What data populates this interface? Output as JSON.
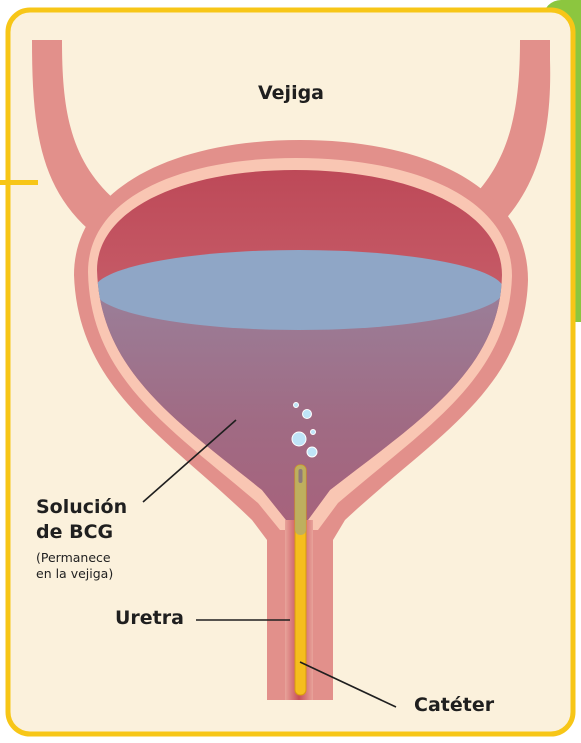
{
  "diagram": {
    "labels": {
      "bladder": "Vejiga",
      "solution_line1": "Solución",
      "solution_line2": "de BCG",
      "solution_note_line1": "(Permanece",
      "solution_note_line2": "en la vejiga)",
      "urethra": "Uretra",
      "catheter": "Catéter"
    },
    "colors": {
      "frame_yellow": "#f7c617",
      "background_cream": "#fbf1dc",
      "tab_green": "#8cc63f",
      "bladder_wall": "#e2908b",
      "bladder_lining": "#f9c6b3",
      "bladder_interior_red": "#c5505e",
      "liquid_surface_blue": "#8fa6c6",
      "liquid_purple": "#a4687f",
      "catheter_yellow": "#f5be1d"
    }
  }
}
